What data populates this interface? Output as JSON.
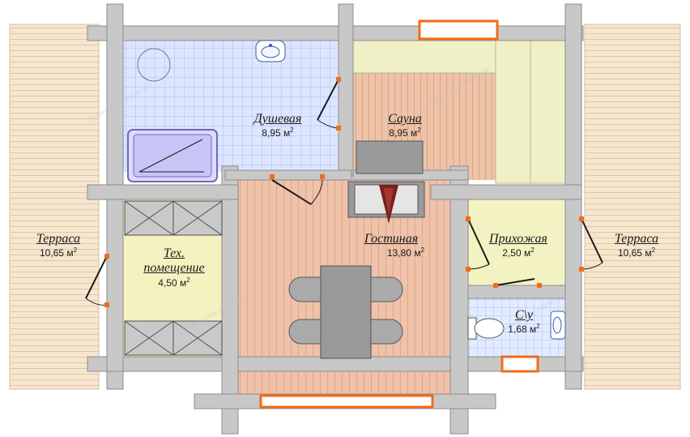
{
  "rooms": [
    {
      "id": "terrace-left",
      "name": "Терраса",
      "area": "10,65 м",
      "unit_sup": "2"
    },
    {
      "id": "shower",
      "name": "Душевая",
      "area": "8,95 м",
      "unit_sup": "2"
    },
    {
      "id": "sauna",
      "name": "Сауна",
      "area": "8,95 м",
      "unit_sup": "2"
    },
    {
      "id": "tech",
      "name": "Тех.\nпомещение",
      "area": "4,50 м",
      "unit_sup": "2"
    },
    {
      "id": "living",
      "name": "Гостиная",
      "area": "13,80 м",
      "unit_sup": "2"
    },
    {
      "id": "hall",
      "name": "Прихожая",
      "area": "2,50 м",
      "unit_sup": "2"
    },
    {
      "id": "wc",
      "name": "С\\у",
      "area": "1,68 м",
      "unit_sup": "2"
    },
    {
      "id": "terrace-right",
      "name": "Терраса",
      "area": "10,65 м",
      "unit_sup": "2"
    }
  ],
  "watermark": "Вологодское Зодчество",
  "colors": {
    "wall": "#c8c8c8",
    "wall_stroke": "#8c8c8c",
    "terrace": "#f7e6cf",
    "shower_tile": "#dde6ff",
    "sauna": "#eec3a8",
    "bench": "#f0f0c6",
    "tech": "#f4f2bf",
    "living": "#efc2a9",
    "hall": "#f2f2c3",
    "wc_tile": "#e3ecff",
    "window": "#f36b17"
  }
}
